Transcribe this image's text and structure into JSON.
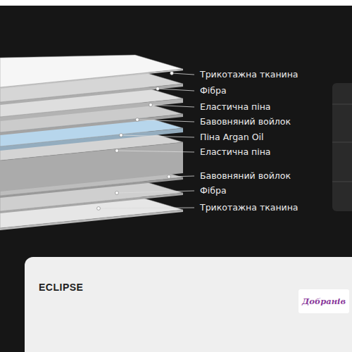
{
  "diagram": {
    "labels": [
      "Трикотажна тканина",
      "Фібра",
      "Еластична піна",
      "Бавовняний войлок",
      "Піна Argan Oil",
      "Еластична піна",
      "Бавовняний войлок",
      "Фібра",
      "Трикотажна тканина",
      "ECLIPSE",
      "Добранів"
    ]
  }
}
